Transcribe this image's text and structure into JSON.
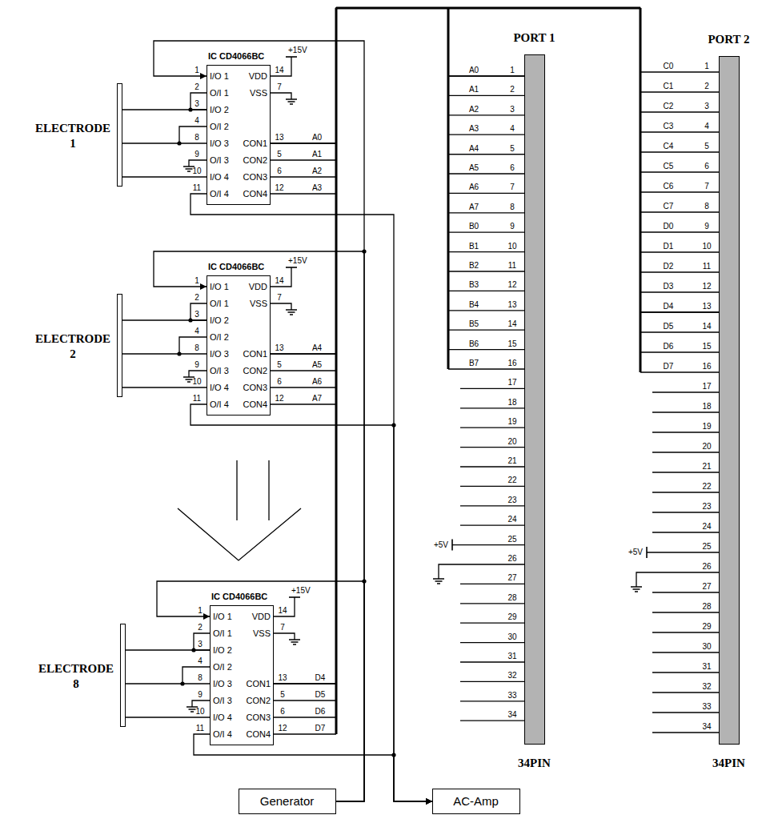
{
  "diagram": {
    "nodes": [
      {
        "text": [
          "IC CD4066BC",
          "I/O 1",
          "O/I 1",
          "I/O 2",
          "O/I 2",
          "I/O 3",
          "O/I 3",
          "I/O 4",
          "O/I 4",
          "VDD",
          "VSS",
          "CON1",
          "CON2",
          "CON3",
          "CON4"
        ]
      },
      {
        "text": [
          "ELECTRODE 1"
        ]
      },
      {
        "text": [
          "PORT 1",
          "34PIN"
        ]
      },
      {
        "text": [
          "PORT 2",
          "34PIN"
        ]
      },
      {
        "text": [
          "IC CD4066BC",
          "I/O 1",
          "O/I 1",
          "I/O 2",
          "O/I 2",
          "I/O 3",
          "O/I 3",
          "I/O 4",
          "O/I 4",
          "VDD",
          "VSS",
          "CON1",
          "CON2",
          "CON3",
          "CON4"
        ]
      },
      {
        "text": [
          "ELECTRODE 2"
        ]
      },
      {
        "text": [
          "IC CD4066BC",
          "I/O 1",
          "O/I 1",
          "I/O 2",
          "O/I 2",
          "I/O 3",
          "O/I 3",
          "I/O 4",
          "O/I 4",
          "VDD",
          "VSS",
          "CON1",
          "CON2",
          "CON3",
          "CON4"
        ]
      },
      {
        "text": [
          "ELECTRODE 8"
        ]
      },
      {
        "text": [
          "Generator"
        ]
      },
      {
        "text": [
          "AC-Amp"
        ]
      }
    ],
    "edges": [
      {
        "from": 1,
        "to": 0,
        "arrow": "none"
      },
      {
        "from": 5,
        "to": 4,
        "arrow": "none"
      },
      {
        "from": 7,
        "to": 6,
        "arrow": "none"
      },
      {
        "from": 0,
        "to": 2,
        "arrow": "none"
      },
      {
        "from": 4,
        "to": 2,
        "arrow": "none"
      },
      {
        "from": 6,
        "to": 3,
        "arrow": "none"
      },
      {
        "from": 8,
        "to": 0,
        "arrow": "to"
      },
      {
        "from": 8,
        "to": 4,
        "arrow": "to"
      },
      {
        "from": 8,
        "to": 6,
        "arrow": "to"
      },
      {
        "from": 0,
        "to": 9,
        "arrow": "to"
      },
      {
        "from": 4,
        "to": 9,
        "arrow": "to"
      },
      {
        "from": 6,
        "to": 9,
        "arrow": "to"
      }
    ],
    "labels": [
      "1",
      "2",
      "3",
      "4",
      "8",
      "9",
      "10",
      "11",
      "14",
      "7",
      "13",
      "5",
      "6",
      "12",
      "+15V",
      "A0",
      "A1",
      "A2",
      "A3",
      "1",
      "2",
      "3",
      "4",
      "8",
      "9",
      "10",
      "11",
      "14",
      "7",
      "13",
      "5",
      "6",
      "12",
      "+15V",
      "A4",
      "A5",
      "A6",
      "A7",
      "1",
      "2",
      "3",
      "4",
      "8",
      "9",
      "10",
      "11",
      "14",
      "7",
      "13",
      "5",
      "6",
      "12",
      "+15V",
      "D4",
      "D5",
      "D6",
      "D7",
      "1",
      "2",
      "3",
      "4",
      "5",
      "6",
      "7",
      "8",
      "9",
      "10",
      "11",
      "12",
      "13",
      "14",
      "15",
      "16",
      "17",
      "18",
      "19",
      "20",
      "21",
      "22",
      "23",
      "24",
      "25",
      "26",
      "27",
      "28",
      "29",
      "30",
      "31",
      "32",
      "33",
      "34",
      "A0",
      "A1",
      "A2",
      "A3",
      "A4",
      "A5",
      "A6",
      "A7",
      "B0",
      "B1",
      "B2",
      "B3",
      "B4",
      "B5",
      "B6",
      "B7",
      "+5V",
      "1",
      "2",
      "3",
      "4",
      "5",
      "6",
      "7",
      "8",
      "9",
      "10",
      "11",
      "12",
      "13",
      "14",
      "15",
      "16",
      "17",
      "18",
      "19",
      "20",
      "21",
      "22",
      "23",
      "24",
      "25",
      "26",
      "27",
      "28",
      "29",
      "30",
      "31",
      "32",
      "33",
      "34",
      "C0",
      "C1",
      "C2",
      "C3",
      "C4",
      "C5",
      "C6",
      "C7",
      "D0",
      "D1",
      "D2",
      "D3",
      "D4",
      "D5",
      "D6",
      "D7",
      "+5V"
    ]
  }
}
